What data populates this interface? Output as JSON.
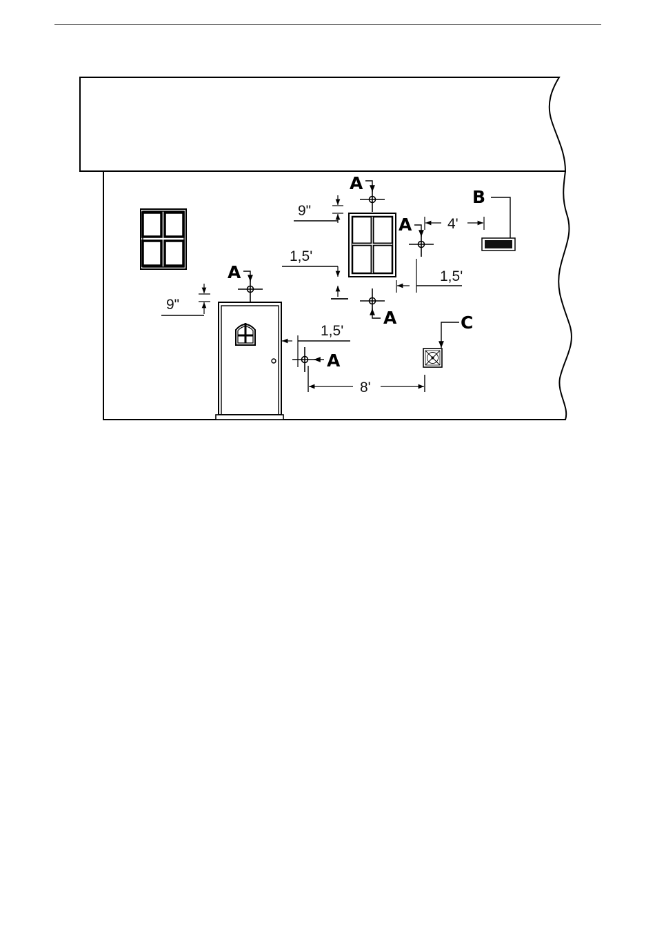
{
  "diagram": {
    "callouts": {
      "vent_clearance": "A",
      "wall_vent": "B",
      "exhaust_fan": "C"
    },
    "dimensions": {
      "window_top_clearance": "9\"",
      "window_bottom_clearance": "1,5'",
      "window_to_vent_b": "4'",
      "window_side_clearance": "1,5'",
      "door_top_clearance": "9\"",
      "door_side_clearance": "1,5'",
      "terminal_to_fan": "8'"
    }
  }
}
